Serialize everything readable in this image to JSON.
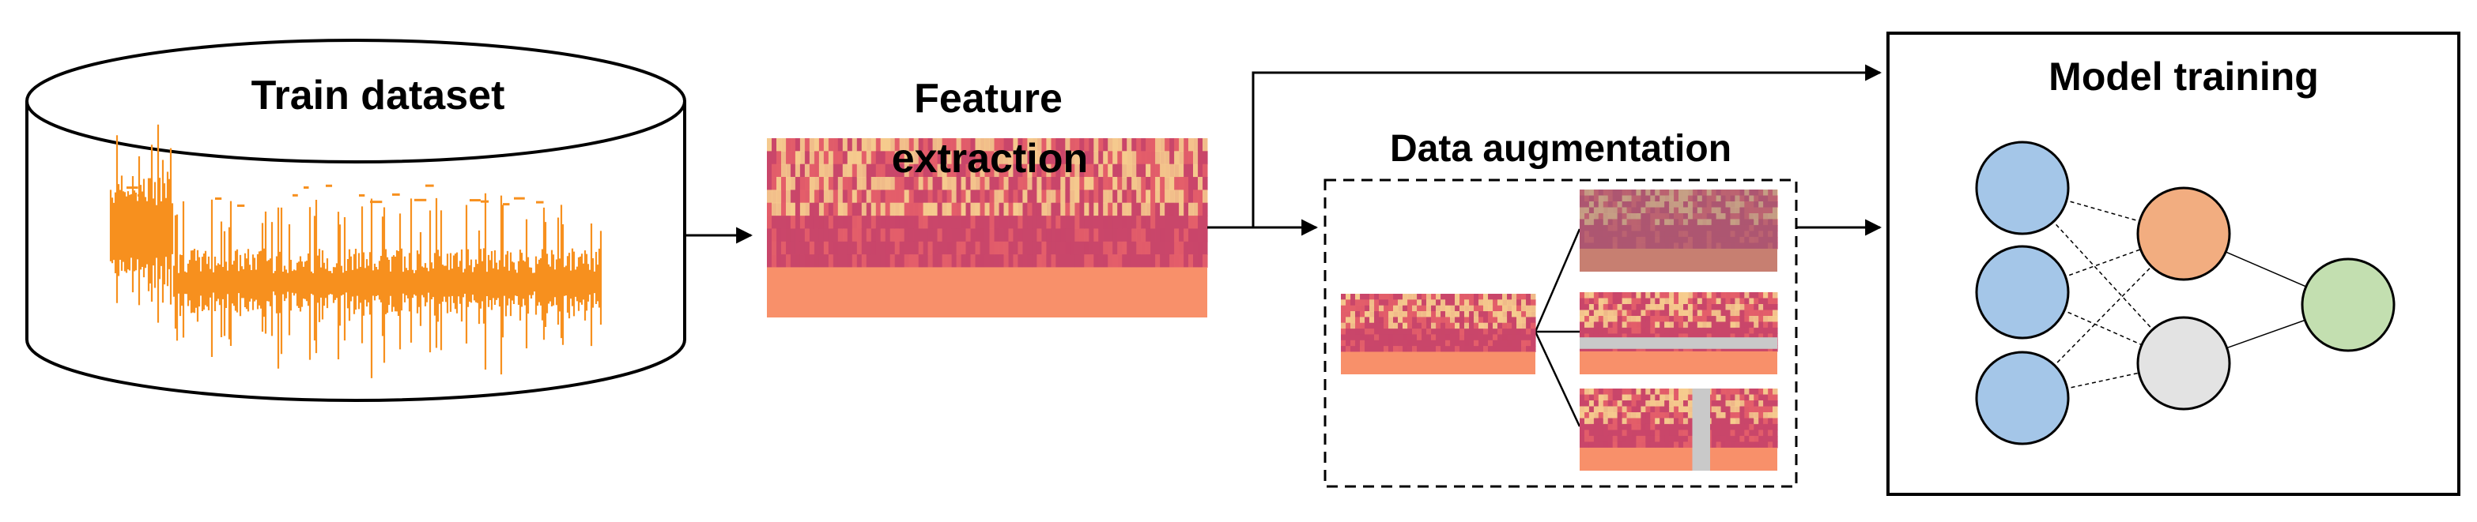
{
  "stages": {
    "dataset": {
      "title": "Train dataset"
    },
    "feature": {
      "title_line1": "Feature",
      "title_line2": "extraction"
    },
    "augmentation": {
      "title": "Data augmentation"
    },
    "training": {
      "title": "Model training"
    }
  },
  "colors": {
    "waveform": "#f7901e",
    "spec_dark": "#c9466a",
    "spec_mid": "#e45f6a",
    "spec_light": "#f6cc8e",
    "spec_band": "#f8906a",
    "mask": "#c9c9c9",
    "node_input": "#a4c6e8",
    "node_hidden_a": "#f2ad80",
    "node_hidden_b": "#e3e3e3",
    "node_output": "#c3dfb0"
  }
}
